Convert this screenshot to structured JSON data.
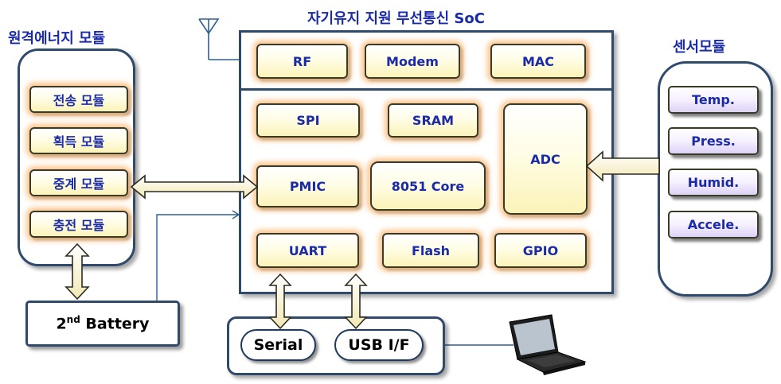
{
  "titles": {
    "energy": "원격에너지 모듈",
    "soc": "자기유지 지원 무선통신 SoC",
    "sensor": "센서모듈"
  },
  "energy_modules": [
    "전송 모듈",
    "획득 모듈",
    "중계 모듈",
    "충전 모듈"
  ],
  "rf_row": [
    "RF",
    "Modem",
    "MAC"
  ],
  "core_blocks": {
    "spi": "SPI",
    "sram": "SRAM",
    "adc": "ADC",
    "pmic": "PMIC",
    "core": "8051 Core",
    "uart": "UART",
    "flash": "Flash",
    "gpio": "GPIO"
  },
  "sensors": [
    "Temp.",
    "Press.",
    "Humid.",
    "Accele."
  ],
  "battery": {
    "prefix": "2",
    "sup": "nd",
    "suffix": " Battery"
  },
  "interfaces": {
    "serial": "Serial",
    "usb": "USB I/F"
  },
  "colors": {
    "title": "#1a2aa8",
    "module_glow": "#fbba76",
    "frame": "#2f4a6a",
    "arrow_fill": "#fbf6d2",
    "sensor_fill": "#dcd2f6"
  },
  "icons": [
    "antenna-icon",
    "laptop-icon"
  ]
}
